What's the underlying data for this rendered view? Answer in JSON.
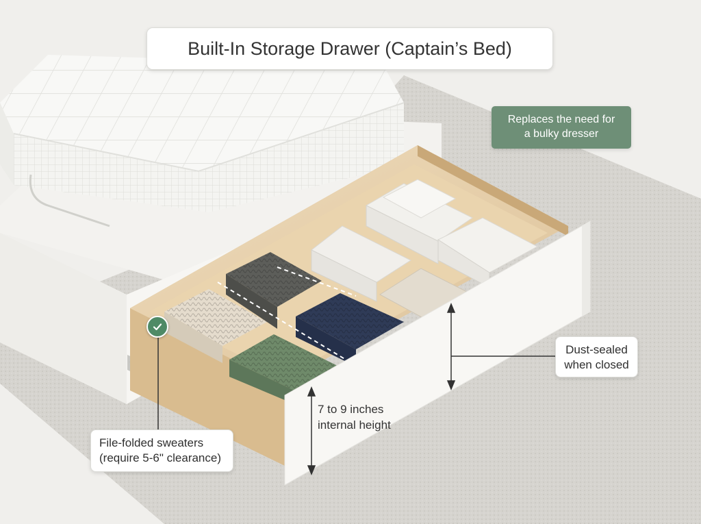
{
  "title": "Built-In Storage Drawer (Captain’s Bed)",
  "callouts": {
    "dresser_line1": "Replaces the need for",
    "dresser_line2": "a bulky dresser",
    "dust_line1": "Dust-sealed",
    "dust_line2": "when closed",
    "height_line1": "7 to 9 inches",
    "height_line2": "internal height",
    "sweaters_line1": "File-folded sweaters",
    "sweaters_line2": "(require 5-6\" clearance)"
  },
  "colors": {
    "note_green": "#6e8f77",
    "check_green": "#4f8a66",
    "drawer_wood": "#e6cfa8",
    "frame_white": "#f7f6f3"
  },
  "icons": {
    "check": "check-icon"
  }
}
